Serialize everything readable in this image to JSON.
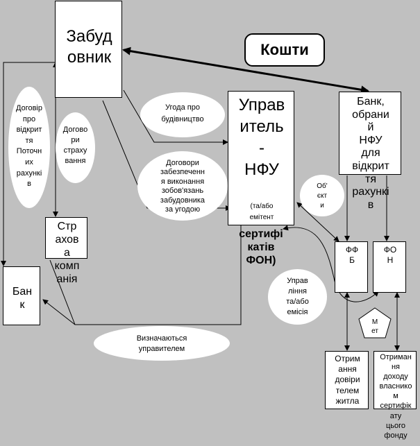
{
  "diagram": {
    "zabudovnyk": "Забуд\nовник",
    "koshty": "Кошти",
    "bank_nfu": "Банк,\nобрани\nй\nНФУ\nдля\nвідкрит\nтя\nрахункі\nв",
    "upravytel_main": "Управ\nитель\n-\nНФУ",
    "upravytel_sub": "(та/або\nемітент",
    "upravytel_cont": "сертифі\nкатів\nФОН)",
    "strakhova": "Стр\nахов\nа\nкомп\nанія",
    "bank": "Бан\nк",
    "ffb": "ФФ\nБ",
    "fon": "ФО\nН",
    "otrymannia_dovirytelem": "Отрим\nання\nдовіри\nтелем\nжитла",
    "otrymannia_dokhodu": "Отриман\nня\nдоходу\nвласнико\nм\nсертифік\nату\nцього\nфонду",
    "met": "М\nет",
    "dohovir_rakhunky": "Договір\nпро\nвідкрит\nтя\nПоточн\nих\nрахункі\nв",
    "dohovory_strakhuvannia": "Догово\nри\nстраху\nвання",
    "uhoda": "Угода про\nбудівництво",
    "dohovory_zabezpechennia": "Договори\nзабезпеченн\nя виконання\nзобов'язань\nзабудовника\nза угодою",
    "obiekty": "Об'\nєкт\nи",
    "upravlinnia": "Управ\nління\nта/або\nемісія",
    "vyznachaiutsia": "Визначаються\nуправителем"
  }
}
